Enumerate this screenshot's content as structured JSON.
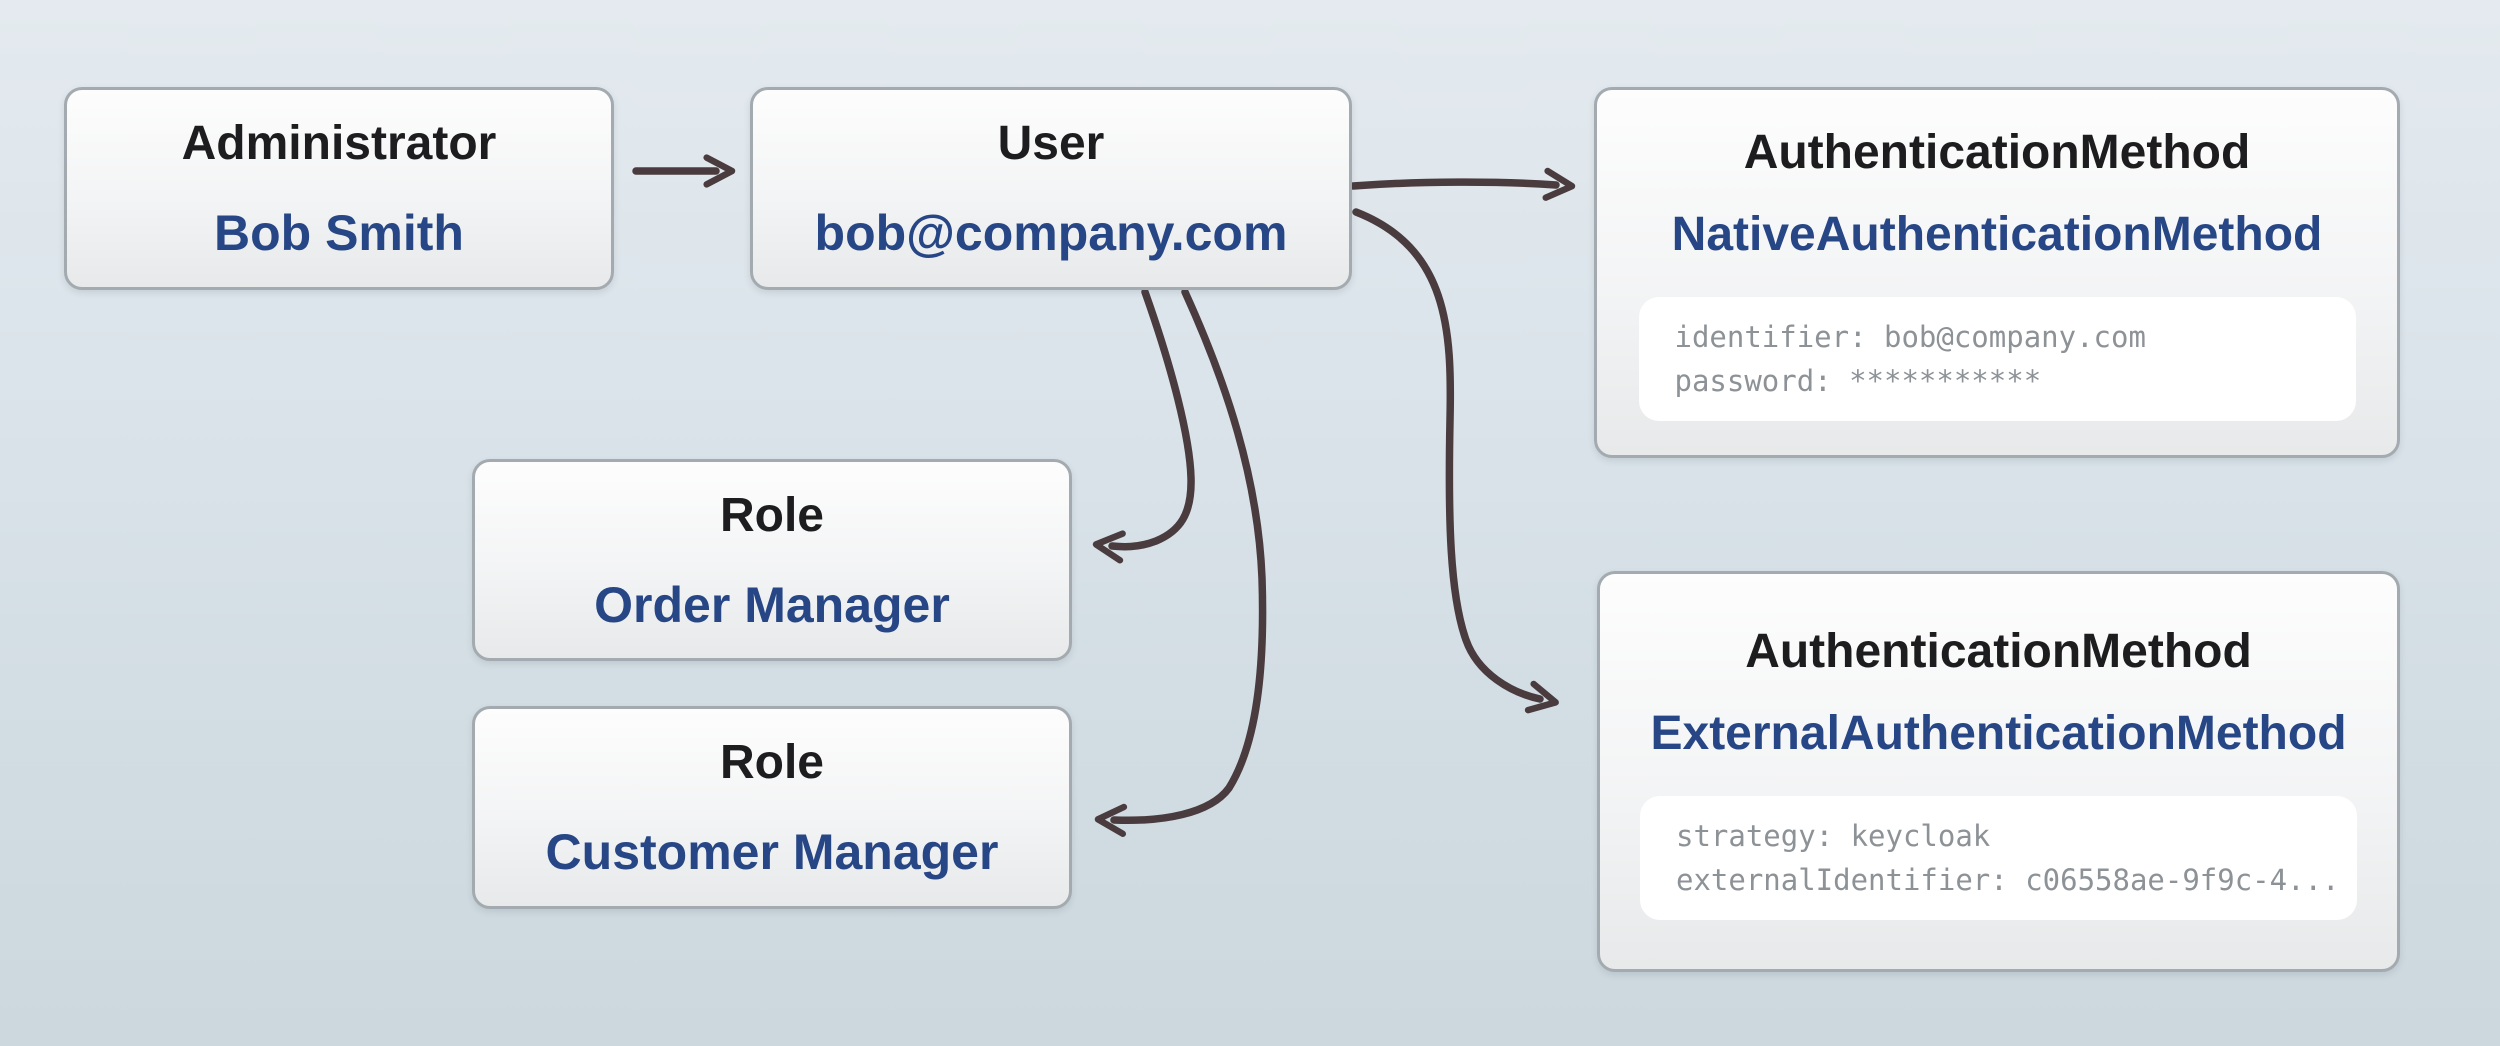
{
  "diagram": {
    "colors": {
      "background_top": "#e4eaef",
      "background_bottom": "#ccd8de",
      "edge": "#4a3c3e",
      "node_border": "#a4abb0",
      "node_title": "#1d1d1f",
      "node_value": "#274685",
      "code_text": "#8d9297",
      "code_background": "#ffffff"
    },
    "nodes": [
      {
        "id": "administrator",
        "title": "Administrator",
        "value": "Bob Smith"
      },
      {
        "id": "user",
        "title": "User",
        "value": "bob@company.com"
      },
      {
        "id": "native-auth",
        "title": "AuthenticationMethod",
        "value": "NativeAuthenticationMethod",
        "code": [
          "identifier: bob@company.com",
          "password: ***********"
        ]
      },
      {
        "id": "role-order",
        "title": "Role",
        "value": "Order Manager"
      },
      {
        "id": "role-customer",
        "title": "Role",
        "value": "Customer Manager"
      },
      {
        "id": "external-auth",
        "title": "AuthenticationMethod",
        "value": "ExternalAuthenticationMethod",
        "code": [
          "strategy: keycloak",
          "externalIdentifier: c06558ae-9f9c-4..."
        ]
      }
    ],
    "edges": [
      {
        "from": "administrator",
        "to": "user"
      },
      {
        "from": "user",
        "to": "native-auth"
      },
      {
        "from": "user",
        "to": "external-auth"
      },
      {
        "from": "user",
        "to": "role-order"
      },
      {
        "from": "user",
        "to": "role-customer"
      }
    ]
  }
}
